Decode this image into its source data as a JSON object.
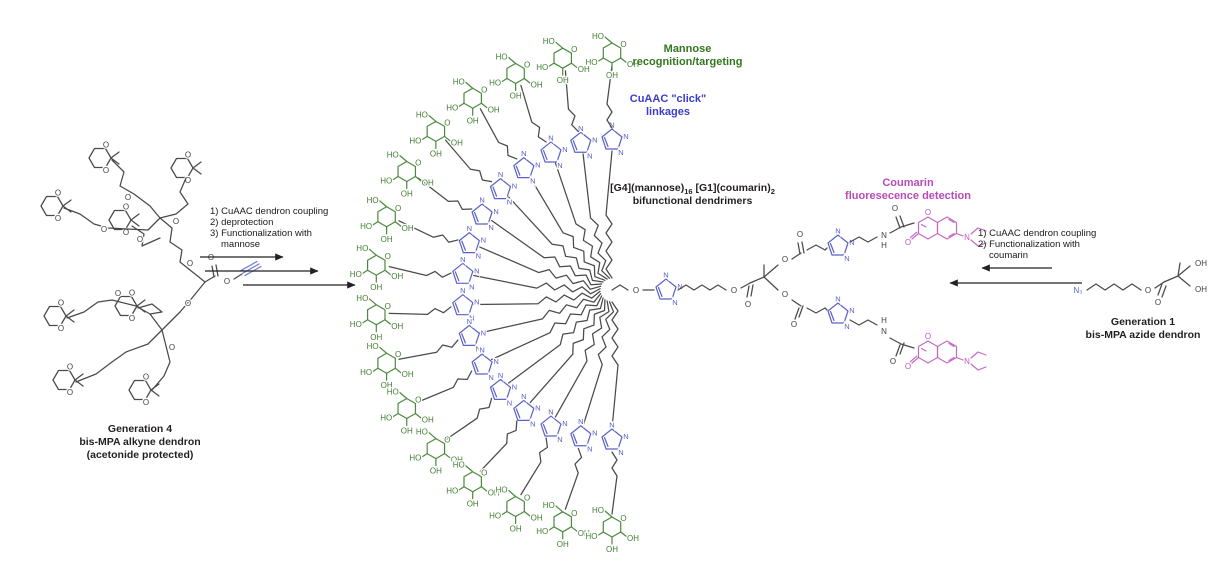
{
  "figure": {
    "annotations": {
      "mannose": {
        "lines": [
          "Mannose",
          "recognition/targeting"
        ],
        "color": "#35761f"
      },
      "cuaac": {
        "lines": [
          "CuAAC \"click\"",
          "linkages"
        ],
        "color": "#3a3ccc"
      },
      "coumarin": {
        "lines": [
          "Coumarin",
          "fluoresecence detection"
        ],
        "color": "#b94ab9"
      },
      "dendrimer": {
        "part1": "[G4](mannose)",
        "sub1": "16",
        "part2": " [G1](coumarin)",
        "sub2": "2",
        "line2": "bifunctional dendrimers"
      }
    },
    "reactions": {
      "left": {
        "step1": "1) CuAAC dendron coupling",
        "step2": "2) deprotection",
        "step3": "3) Functionalization with",
        "step3b": "mannose"
      },
      "right": {
        "step1": "1) CuAAC dendron coupling",
        "step2": "2) Functionalization with",
        "step2b": "coumarin"
      }
    },
    "captions": {
      "g4": {
        "line1": "Generation 4",
        "line2": "bis-MPA alkyne dendron",
        "line3": "(acetonide protected)"
      },
      "g1": {
        "line1": "Generation 1",
        "line2": "bis-MPA azide dendron"
      }
    },
    "atoms": {
      "O": "O",
      "HO": "HO",
      "OH": "OH",
      "N": "N",
      "H": "H",
      "N3": "N₃"
    },
    "colors": {
      "mannose_green": "#4b8a3c",
      "triazole_blue": "#5a60c8",
      "coumarin_magenta": "#c46ac4",
      "skeleton_grey": "#4a4a4a"
    }
  }
}
